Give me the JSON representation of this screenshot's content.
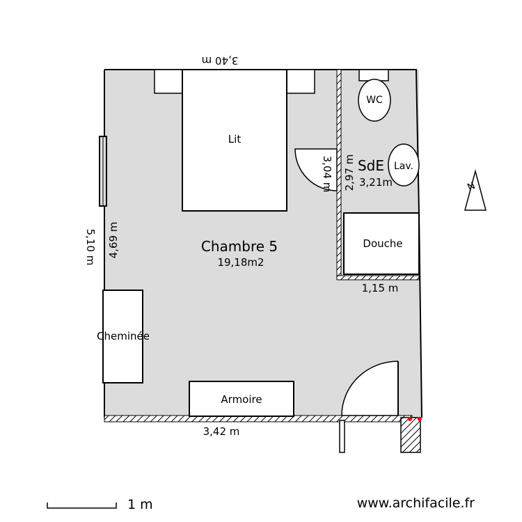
{
  "rooms": {
    "main": {
      "name": "Chambre 5",
      "area": "19,18m2"
    },
    "bath": {
      "name": "SdE",
      "area": "3,21m"
    }
  },
  "furniture": {
    "bed": "Lit",
    "wc": "WC",
    "sink": "Lav.",
    "shower": "Douche",
    "fireplace": "Cheminée",
    "wardrobe": "Armoire"
  },
  "dimensions": {
    "top_width": "3,40 m",
    "left_outer": "5,10 m",
    "left_inner": "4,69 m",
    "bath_inner_a": "3,04 m",
    "bath_inner_b": "2,97 m",
    "shower_width": "1,15 m",
    "bottom_width": "3,42 m"
  },
  "compass": {
    "label": "N"
  },
  "scale": {
    "label": "1 m"
  },
  "watermark": "www.archifacile.fr",
  "colors": {
    "floor": "#dcdcdc",
    "wall": "#000000",
    "marker": "#ff0000"
  }
}
